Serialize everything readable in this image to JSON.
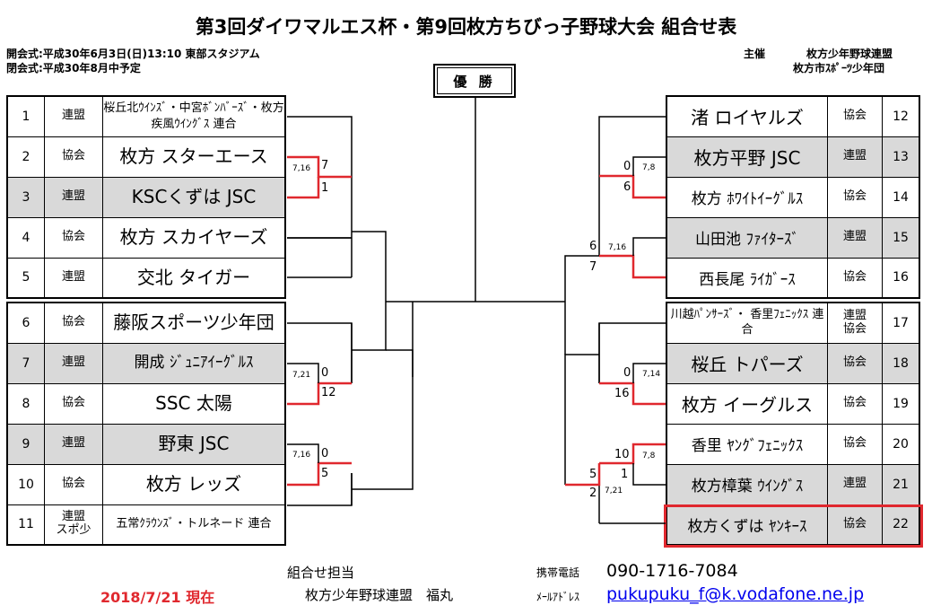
{
  "title": "第3回ダイワマルエス杯・第9回枚方ちびっ子野球大会 組合せ表",
  "meta": {
    "opening": "開会式:平成30年6月3日(日)13:10 東部スタジアム",
    "closing": "閉会式:平成30年8月中予定",
    "host_label": "主催",
    "host_1": "枚方少年野球連盟",
    "host_2": "枚方市ｽﾎﾟｰﾂ少年団"
  },
  "winner_label": "優 勝",
  "left_teams": [
    {
      "num": "1",
      "org": "連盟",
      "org2": "",
      "name": "桜丘北ｳｲﾝｽﾞ・中宮ﾎﾞﾝﾊﾞｰｽﾞ・枚方疾風ｳｲﾝｸﾞｽ 連合"
    },
    {
      "num": "2",
      "org": "協会",
      "org2": "",
      "name": "枚方 スターエース"
    },
    {
      "num": "3",
      "org": "連盟",
      "org2": "",
      "name": "KSCくずは JSC"
    },
    {
      "num": "4",
      "org": "協会",
      "org2": "",
      "name": "枚方 スカイヤーズ"
    },
    {
      "num": "5",
      "org": "連盟",
      "org2": "",
      "name": "交北 タイガー"
    },
    {
      "num": "6",
      "org": "協会",
      "org2": "",
      "name": "藤阪スポーツ少年団"
    },
    {
      "num": "7",
      "org": "連盟",
      "org2": "",
      "name": "開成 ｼﾞｭﾆｱｲｰｸﾞﾙｽ"
    },
    {
      "num": "8",
      "org": "協会",
      "org2": "",
      "name": "SSC 太陽"
    },
    {
      "num": "9",
      "org": "連盟",
      "org2": "",
      "name": "野東 JSC"
    },
    {
      "num": "10",
      "org": "協会",
      "org2": "",
      "name": "枚方 レッズ"
    },
    {
      "num": "11",
      "org": "連盟",
      "org2": "スポ少",
      "name": "五常ｸﾗｳﾝｽﾞ・トルネード 連合"
    }
  ],
  "right_teams": [
    {
      "num": "12",
      "org": "協会",
      "org2": "",
      "name": "渚 ロイヤルズ"
    },
    {
      "num": "13",
      "org": "連盟",
      "org2": "",
      "name": "枚方平野 JSC"
    },
    {
      "num": "14",
      "org": "協会",
      "org2": "",
      "name": "枚方 ﾎﾜｲﾄｲｰｸﾞﾙｽ"
    },
    {
      "num": "15",
      "org": "連盟",
      "org2": "",
      "name": "山田池 ﾌｧｲﾀｰｽﾞ"
    },
    {
      "num": "16",
      "org": "協会",
      "org2": "",
      "name": "西長尾 ﾗｲｶﾞｰｽ"
    },
    {
      "num": "17",
      "org": "連盟",
      "org2": "協会",
      "name": "川越ﾊﾟﾝｻｰｽﾞ・ 香里ﾌｪﾆｯｸｽ 連合"
    },
    {
      "num": "18",
      "org": "協会",
      "org2": "",
      "name": "桜丘 トパーズ"
    },
    {
      "num": "19",
      "org": "協会",
      "org2": "",
      "name": "枚方 イーグルス"
    },
    {
      "num": "20",
      "org": "協会",
      "org2": "",
      "name": "香里 ﾔﾝｸﾞﾌｪﾆｯｸｽ"
    },
    {
      "num": "21",
      "org": "連盟",
      "org2": "",
      "name": "枚方樟葉 ｳｲﾝｸﾞｽ"
    },
    {
      "num": "22",
      "org": "協会",
      "org2": "",
      "name": "枚方くずは ﾔﾝｷｰｽ"
    }
  ],
  "results": {
    "m2_3": {
      "date": "7,16",
      "top": "7",
      "bottom": "1"
    },
    "m7_8": {
      "date": "7,21",
      "top": "0",
      "bottom": "12"
    },
    "m9_10": {
      "date": "7,16",
      "top": "0",
      "bottom": "5"
    },
    "m13_14": {
      "date": "7,8",
      "top": "0",
      "bottom": "6"
    },
    "m15_16": {
      "date": "7,16",
      "top": "6",
      "bottom": "7"
    },
    "m18_19": {
      "date": "7,14",
      "top": "0",
      "bottom": "16"
    },
    "m20_21": {
      "date": "7,8",
      "top": "10",
      "bottom": "1"
    },
    "m_r_lower": {
      "date": "7,21",
      "top": "5",
      "bottom": "2"
    }
  },
  "footer": {
    "as_of": "2018/7/21 現在",
    "contact_role": "組合せ担当",
    "contact_org": "枚方少年野球連盟　福丸",
    "phone_label": "携帯電話",
    "phone": "090-1716-7084",
    "mail_label": "ﾒｰﾙｱﾄﾞﾚｽ",
    "email": "pukupuku_f@k.vodafone.ne.jp"
  },
  "colors": {
    "accent_red": "#e0282e",
    "shade_gray": "#d9d9d9",
    "link_blue": "#0000ee"
  }
}
